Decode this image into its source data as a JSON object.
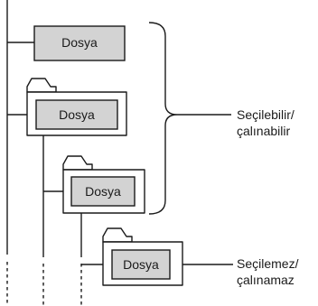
{
  "files": [
    {
      "label": "Dosya"
    },
    {
      "label": "Dosya"
    },
    {
      "label": "Dosya"
    },
    {
      "label": "Dosya"
    }
  ],
  "annotations": {
    "selectable_line1": "Seçilebilir/",
    "selectable_line2": "çalınabilir",
    "unselectable_line1": "Seçilemez/",
    "unselectable_line2": "çalınamaz"
  }
}
